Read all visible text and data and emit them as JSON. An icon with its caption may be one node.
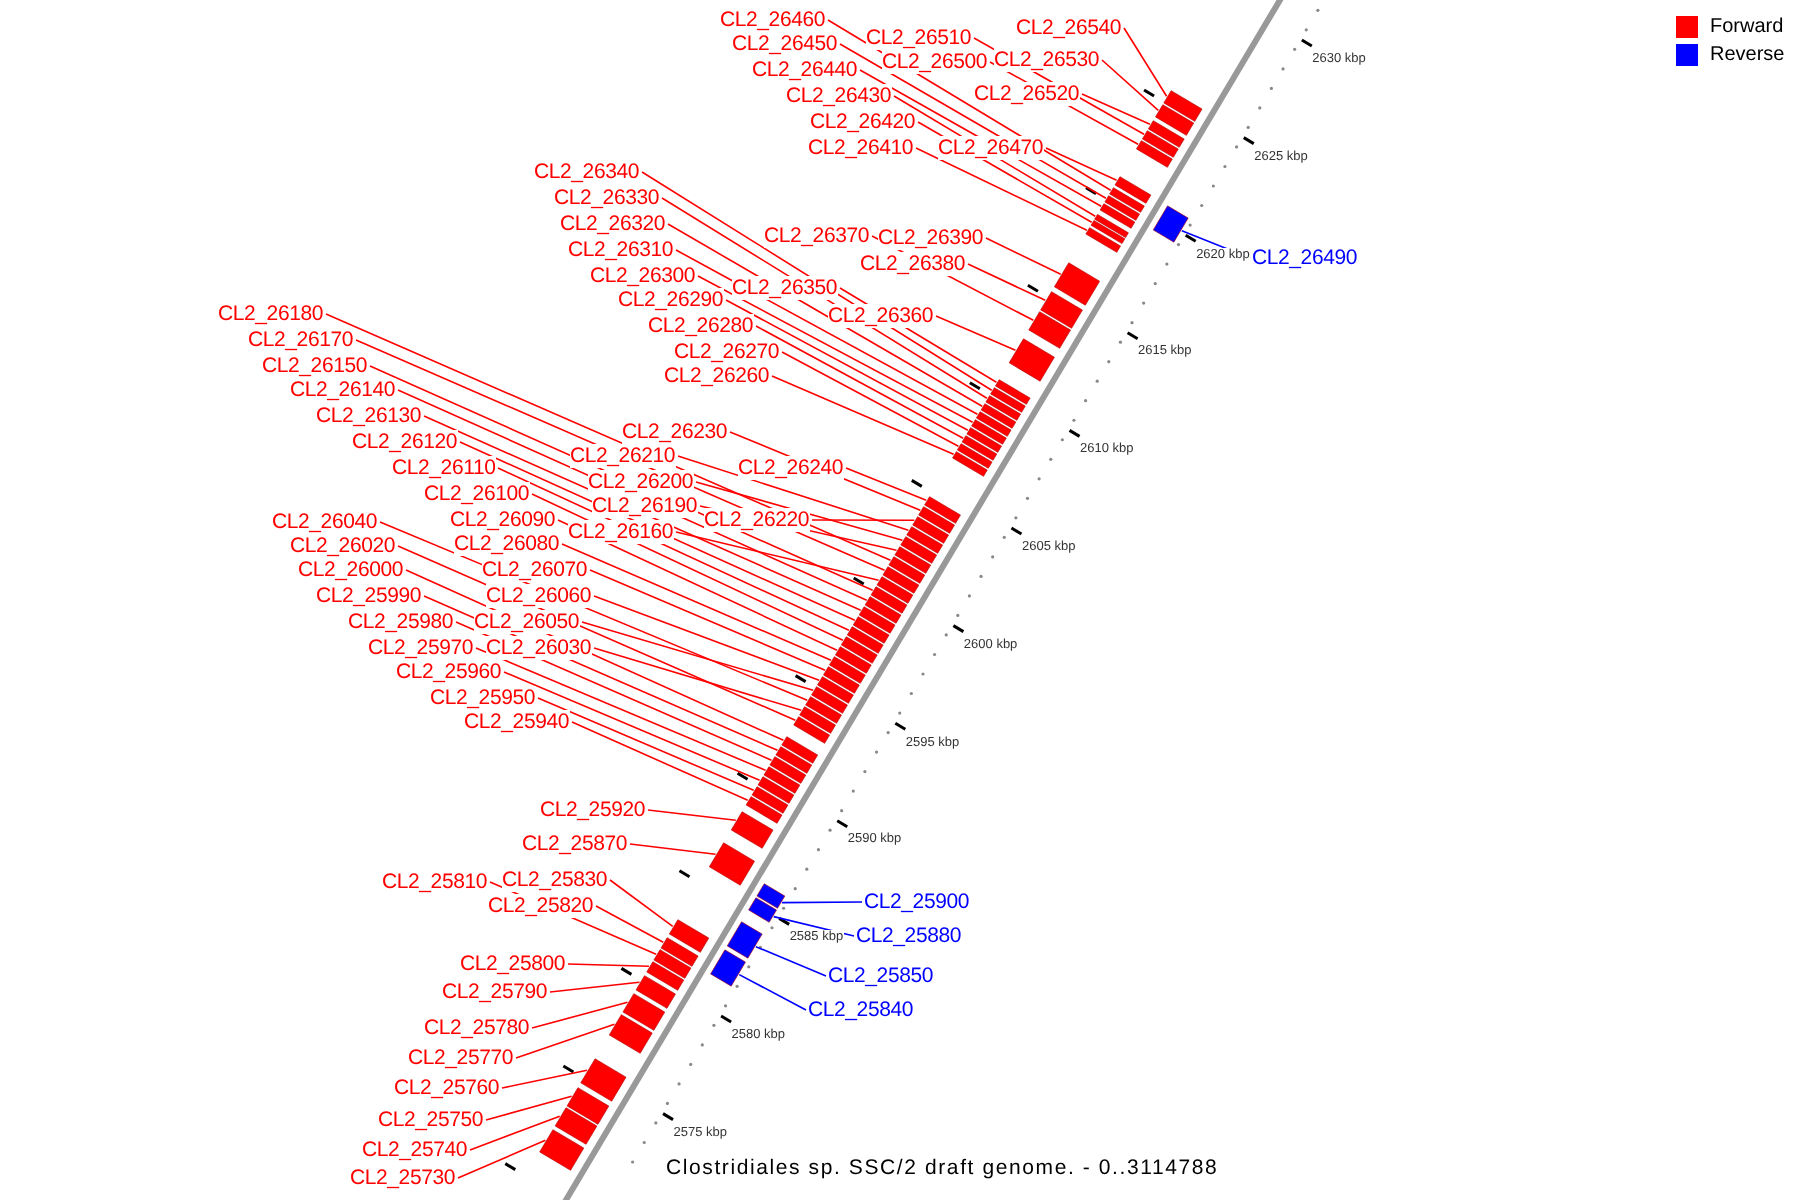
{
  "diagram": {
    "caption": "Clostridiales sp. SSC/2 draft genome. - 0..3114788",
    "nodes": [
      {
        "text": [
          "CL2_26460"
        ]
      },
      {
        "text": [
          "CL2_26540"
        ]
      },
      {
        "text": [
          "CL2_26510"
        ]
      },
      {
        "text": [
          "CL2_26450"
        ]
      },
      {
        "text": [
          "CL2_26530"
        ]
      },
      {
        "text": [
          "CL2_26500"
        ]
      },
      {
        "text": [
          "CL2_26440"
        ]
      },
      {
        "text": [
          "CL2_26520"
        ]
      },
      {
        "text": [
          "CL2_26430"
        ]
      },
      {
        "text": [
          "CL2_26420"
        ]
      },
      {
        "text": [
          "CL2_26410"
        ]
      },
      {
        "text": [
          "CL2_26470"
        ]
      },
      {
        "text": [
          "CL2_26340"
        ]
      },
      {
        "text": [
          "CL2_26330"
        ]
      },
      {
        "text": [
          "CL2_26320"
        ]
      },
      {
        "text": [
          "CL2_26370"
        ]
      },
      {
        "text": [
          "CL2_26390"
        ]
      },
      {
        "text": [
          "CL2_26310"
        ]
      },
      {
        "text": [
          "CL2_26490"
        ]
      },
      {
        "text": [
          "CL2_26380"
        ]
      },
      {
        "text": [
          "CL2_26300"
        ]
      },
      {
        "text": [
          "CL2_26350"
        ]
      },
      {
        "text": [
          "CL2_26290"
        ]
      },
      {
        "text": [
          "CL2_26180"
        ]
      },
      {
        "text": [
          "CL2_26360"
        ]
      },
      {
        "text": [
          "CL2_26280"
        ]
      },
      {
        "text": [
          "CL2_26170"
        ]
      },
      {
        "text": [
          "CL2_26270"
        ]
      },
      {
        "text": [
          "CL2_26150"
        ]
      },
      {
        "text": [
          "CL2_26260"
        ]
      },
      {
        "text": [
          "CL2_26140"
        ]
      },
      {
        "text": [
          "CL2_26130"
        ]
      },
      {
        "text": [
          "CL2_26230"
        ]
      },
      {
        "text": [
          "CL2_26120"
        ]
      },
      {
        "text": [
          "CL2_26210"
        ]
      },
      {
        "text": [
          "CL2_26110"
        ]
      },
      {
        "text": [
          "CL2_26240"
        ]
      },
      {
        "text": [
          "CL2_26200"
        ]
      },
      {
        "text": [
          "CL2_26100"
        ]
      },
      {
        "text": [
          "CL2_26190"
        ]
      },
      {
        "text": [
          "CL2_26090"
        ]
      },
      {
        "text": [
          "CL2_26220"
        ]
      },
      {
        "text": [
          "CL2_26040"
        ]
      },
      {
        "text": [
          "CL2_26160"
        ]
      },
      {
        "text": [
          "CL2_26080"
        ]
      },
      {
        "text": [
          "CL2_26020"
        ]
      },
      {
        "text": [
          "CL2_26070"
        ]
      },
      {
        "text": [
          "CL2_26000"
        ]
      },
      {
        "text": [
          "CL2_26060"
        ]
      },
      {
        "text": [
          "CL2_25990"
        ]
      },
      {
        "text": [
          "CL2_26050"
        ]
      },
      {
        "text": [
          "CL2_25980"
        ]
      },
      {
        "text": [
          "CL2_26030"
        ]
      },
      {
        "text": [
          "CL2_25970"
        ]
      },
      {
        "text": [
          "CL2_25960"
        ]
      },
      {
        "text": [
          "CL2_25950"
        ]
      },
      {
        "text": [
          "CL2_25940"
        ]
      },
      {
        "text": [
          "CL2_25920"
        ]
      },
      {
        "text": [
          "CL2_25870"
        ]
      },
      {
        "text": [
          "CL2_25830"
        ]
      },
      {
        "text": [
          "CL2_25810"
        ]
      },
      {
        "text": [
          "CL2_25900"
        ]
      },
      {
        "text": [
          "CL2_25820"
        ]
      },
      {
        "text": [
          "CL2_25880"
        ]
      },
      {
        "text": [
          "CL2_25800"
        ]
      },
      {
        "text": [
          "CL2_25850"
        ]
      },
      {
        "text": [
          "CL2_25790"
        ]
      },
      {
        "text": [
          "CL2_25840"
        ]
      },
      {
        "text": [
          "CL2_25780"
        ]
      },
      {
        "text": [
          "CL2_25770"
        ]
      },
      {
        "text": [
          "CL2_25760"
        ]
      },
      {
        "text": [
          "CL2_25750"
        ]
      },
      {
        "text": [
          "CL2_25740"
        ]
      },
      {
        "text": [
          "CL2_25730"
        ]
      },
      {
        "text": [],
        "shape": "box"
      },
      {
        "text": [],
        "shape": "box"
      },
      {
        "text": [],
        "shape": "box"
      },
      {
        "text": [],
        "shape": "box"
      },
      {
        "text": [],
        "shape": "box"
      },
      {
        "text": [],
        "shape": "box"
      },
      {
        "text": [],
        "shape": "box"
      },
      {
        "text": [],
        "shape": "box"
      },
      {
        "text": [],
        "shape": "box"
      },
      {
        "text": [],
        "shape": "box"
      },
      {
        "text": [],
        "shape": "box"
      },
      {
        "text": [],
        "shape": "box"
      },
      {
        "text": [],
        "shape": "box"
      },
      {
        "text": [],
        "shape": "box"
      },
      {
        "text": [],
        "shape": "box"
      },
      {
        "text": [],
        "shape": "box"
      },
      {
        "text": [],
        "shape": "box"
      },
      {
        "text": [],
        "shape": "box"
      },
      {
        "text": [],
        "shape": "box"
      },
      {
        "text": [],
        "shape": "box"
      },
      {
        "text": [],
        "shape": "box"
      },
      {
        "text": [],
        "shape": "box"
      },
      {
        "text": [],
        "shape": "box"
      },
      {
        "text": [],
        "shape": "box"
      },
      {
        "text": [],
        "shape": "box"
      },
      {
        "text": [],
        "shape": "box"
      },
      {
        "text": [],
        "shape": "box"
      },
      {
        "text": [],
        "shape": "box"
      },
      {
        "text": [],
        "shape": "box"
      },
      {
        "text": [],
        "shape": "box"
      },
      {
        "text": [],
        "shape": "box"
      },
      {
        "text": [],
        "shape": "box"
      },
      {
        "text": [],
        "shape": "box"
      },
      {
        "text": [],
        "shape": "box"
      },
      {
        "text": [],
        "shape": "box"
      },
      {
        "text": [],
        "shape": "box"
      },
      {
        "text": [],
        "shape": "box"
      },
      {
        "text": [],
        "shape": "box"
      },
      {
        "text": [],
        "shape": "box"
      },
      {
        "text": [],
        "shape": "box"
      },
      {
        "text": [],
        "shape": "box"
      },
      {
        "text": [],
        "shape": "box"
      },
      {
        "text": [],
        "shape": "box"
      },
      {
        "text": [],
        "shape": "box"
      },
      {
        "text": [],
        "shape": "box"
      },
      {
        "text": [],
        "shape": "box"
      },
      {
        "text": [],
        "shape": "box"
      },
      {
        "text": [],
        "shape": "box"
      },
      {
        "text": [],
        "shape": "box"
      },
      {
        "text": [],
        "shape": "box"
      },
      {
        "text": [],
        "shape": "box"
      },
      {
        "text": [],
        "shape": "box"
      },
      {
        "text": [],
        "shape": "box"
      },
      {
        "text": [],
        "shape": "box"
      },
      {
        "text": [],
        "shape": "box"
      },
      {
        "text": [],
        "shape": "box"
      },
      {
        "text": [],
        "shape": "box"
      },
      {
        "text": [],
        "shape": "box"
      },
      {
        "text": [],
        "shape": "box"
      },
      {
        "text": [],
        "shape": "box"
      },
      {
        "text": [],
        "shape": "box"
      },
      {
        "text": [],
        "shape": "box"
      },
      {
        "text": [],
        "shape": "box"
      },
      {
        "text": [],
        "shape": "box"
      },
      {
        "text": [],
        "shape": "box"
      },
      {
        "text": [],
        "shape": "box"
      },
      {
        "text": [],
        "shape": "box"
      },
      {
        "text": [],
        "shape": "box"
      },
      {
        "text": [],
        "shape": "box"
      },
      {
        "text": [],
        "shape": "box"
      },
      {
        "text": [],
        "shape": "box"
      },
      {
        "text": [],
        "shape": "box"
      },
      {
        "text": [],
        "shape": "box"
      },
      {
        "text": [],
        "shape": "box"
      }
    ],
    "edges": [
      {
        "from": 0,
        "to": 80,
        "arrow": "none"
      },
      {
        "from": 1,
        "to": 74,
        "arrow": "none"
      },
      {
        "from": 2,
        "to": 77,
        "arrow": "none"
      },
      {
        "from": 3,
        "to": 81,
        "arrow": "none"
      },
      {
        "from": 4,
        "to": 75,
        "arrow": "none"
      },
      {
        "from": 5,
        "to": 78,
        "arrow": "none"
      },
      {
        "from": 6,
        "to": 82,
        "arrow": "none"
      },
      {
        "from": 7,
        "to": 76,
        "arrow": "none"
      },
      {
        "from": 8,
        "to": 84,
        "arrow": "none"
      },
      {
        "from": 9,
        "to": 85,
        "arrow": "none"
      },
      {
        "from": 10,
        "to": 86,
        "arrow": "none"
      },
      {
        "from": 11,
        "to": 79,
        "arrow": "none"
      },
      {
        "from": 12,
        "to": 92,
        "arrow": "none"
      },
      {
        "from": 13,
        "to": 93,
        "arrow": "none"
      },
      {
        "from": 14,
        "to": 94,
        "arrow": "none"
      },
      {
        "from": 15,
        "to": 89,
        "arrow": "none"
      },
      {
        "from": 16,
        "to": 87,
        "arrow": "none"
      },
      {
        "from": 17,
        "to": 95,
        "arrow": "none"
      },
      {
        "from": 18,
        "to": 83,
        "arrow": "none",
        "color": "#0000ff"
      },
      {
        "from": 19,
        "to": 88,
        "arrow": "none"
      },
      {
        "from": 20,
        "to": 96,
        "arrow": "none"
      },
      {
        "from": 21,
        "to": 91,
        "arrow": "none"
      },
      {
        "from": 22,
        "to": 97,
        "arrow": "none"
      },
      {
        "from": 23,
        "to": 107,
        "arrow": "none"
      },
      {
        "from": 24,
        "to": 90,
        "arrow": "none"
      },
      {
        "from": 25,
        "to": 98,
        "arrow": "none"
      },
      {
        "from": 26,
        "to": 108,
        "arrow": "none"
      },
      {
        "from": 27,
        "to": 99,
        "arrow": "none"
      },
      {
        "from": 28,
        "to": 110,
        "arrow": "none"
      },
      {
        "from": 29,
        "to": 100,
        "arrow": "none"
      },
      {
        "from": 30,
        "to": 111,
        "arrow": "none"
      },
      {
        "from": 31,
        "to": 112,
        "arrow": "none"
      },
      {
        "from": 32,
        "to": 102,
        "arrow": "none"
      },
      {
        "from": 33,
        "to": 113,
        "arrow": "none"
      },
      {
        "from": 34,
        "to": 104,
        "arrow": "none"
      },
      {
        "from": 35,
        "to": 114,
        "arrow": "none"
      },
      {
        "from": 36,
        "to": 101,
        "arrow": "none"
      },
      {
        "from": 37,
        "to": 105,
        "arrow": "none"
      },
      {
        "from": 38,
        "to": 115,
        "arrow": "none"
      },
      {
        "from": 39,
        "to": 106,
        "arrow": "none"
      },
      {
        "from": 40,
        "to": 116,
        "arrow": "none"
      },
      {
        "from": 41,
        "to": 103,
        "arrow": "none"
      },
      {
        "from": 42,
        "to": 121,
        "arrow": "none"
      },
      {
        "from": 43,
        "to": 109,
        "arrow": "none"
      },
      {
        "from": 44,
        "to": 117,
        "arrow": "none"
      },
      {
        "from": 45,
        "to": 123,
        "arrow": "none"
      },
      {
        "from": 46,
        "to": 118,
        "arrow": "none"
      },
      {
        "from": 47,
        "to": 124,
        "arrow": "none"
      },
      {
        "from": 48,
        "to": 119,
        "arrow": "none"
      },
      {
        "from": 49,
        "to": 125,
        "arrow": "none"
      },
      {
        "from": 50,
        "to": 120,
        "arrow": "none"
      },
      {
        "from": 51,
        "to": 126,
        "arrow": "none"
      },
      {
        "from": 52,
        "to": 122,
        "arrow": "none"
      },
      {
        "from": 53,
        "to": 127,
        "arrow": "none"
      },
      {
        "from": 54,
        "to": 128,
        "arrow": "none"
      },
      {
        "from": 55,
        "to": 129,
        "arrow": "none"
      },
      {
        "from": 56,
        "to": 130,
        "arrow": "none"
      },
      {
        "from": 57,
        "to": 131,
        "arrow": "none"
      },
      {
        "from": 58,
        "to": 132,
        "arrow": "none"
      },
      {
        "from": 59,
        "to": 135,
        "arrow": "none"
      },
      {
        "from": 60,
        "to": 138,
        "arrow": "none"
      },
      {
        "from": 61,
        "to": 133,
        "arrow": "none",
        "color": "#0000ff"
      },
      {
        "from": 62,
        "to": 137,
        "arrow": "none"
      },
      {
        "from": 63,
        "to": 134,
        "arrow": "none",
        "color": "#0000ff"
      },
      {
        "from": 64,
        "to": 140,
        "arrow": "none"
      },
      {
        "from": 65,
        "to": 136,
        "arrow": "none",
        "color": "#0000ff"
      },
      {
        "from": 66,
        "to": 141,
        "arrow": "none"
      },
      {
        "from": 67,
        "to": 139,
        "arrow": "none",
        "color": "#0000ff"
      },
      {
        "from": 68,
        "to": 142,
        "arrow": "none"
      },
      {
        "from": 69,
        "to": 143,
        "arrow": "none"
      },
      {
        "from": 70,
        "to": 144,
        "arrow": "none"
      },
      {
        "from": 71,
        "to": 145,
        "arrow": "none"
      },
      {
        "from": 72,
        "to": 146,
        "arrow": "none"
      },
      {
        "from": 73,
        "to": 147,
        "arrow": "none"
      }
    ],
    "labels": [
      "2630 kbp",
      "2625 kbp",
      "2620 kbp",
      "2615 kbp",
      "2610 kbp",
      "2605 kbp",
      "2600 kbp",
      "2595 kbp",
      "2590 kbp",
      "2585 kbp",
      "2580 kbp",
      "2575 kbp"
    ],
    "legend": [
      {
        "text": "Forward",
        "color": "#ff0000"
      },
      {
        "text": "Reverse",
        "color": "#0000ff"
      }
    ]
  }
}
